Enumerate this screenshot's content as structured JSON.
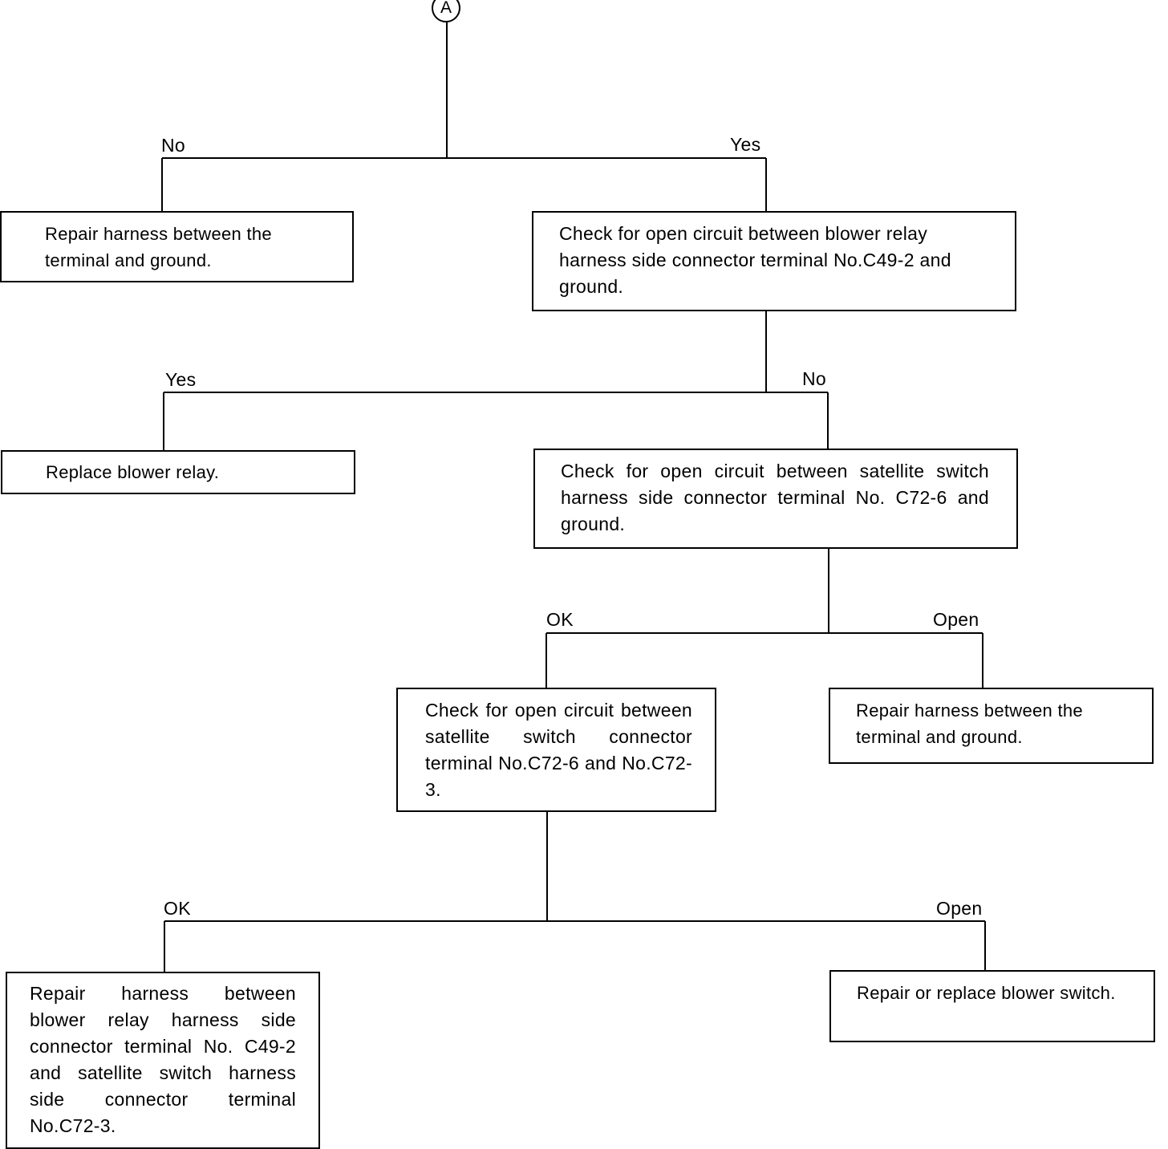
{
  "connector": "A",
  "labels": {
    "l1_no": "No",
    "l1_yes": "Yes",
    "l2_yes": "Yes",
    "l2_no": "No",
    "l3_ok": "OK",
    "l3_open": "Open",
    "l4_ok": "OK",
    "l4_open": "Open"
  },
  "boxes": {
    "repair_terminal_ground_1": "Repair harness between the terminal and ground.",
    "check_blower_relay": "Check for open circuit between blower relay harness side connector terminal No.C49-2 and ground.",
    "replace_blower_relay": "Replace blower relay.",
    "check_satellite_switch": "Check for open circuit between satellite switch harness side connector terminal No. C72-6 and ground.",
    "check_satellite_connector": "Check for open circuit between satellite switch connector terminal No.C72-6 and No.C72-3.",
    "repair_terminal_ground_2": "Repair harness between the terminal and ground.",
    "repair_relay_to_switch": "Repair harness between blower relay harness side connector terminal No. C49-2 and satellite switch harness side connector terminal No.C72-3.",
    "repair_replace_switch": "Repair or replace blower switch."
  }
}
